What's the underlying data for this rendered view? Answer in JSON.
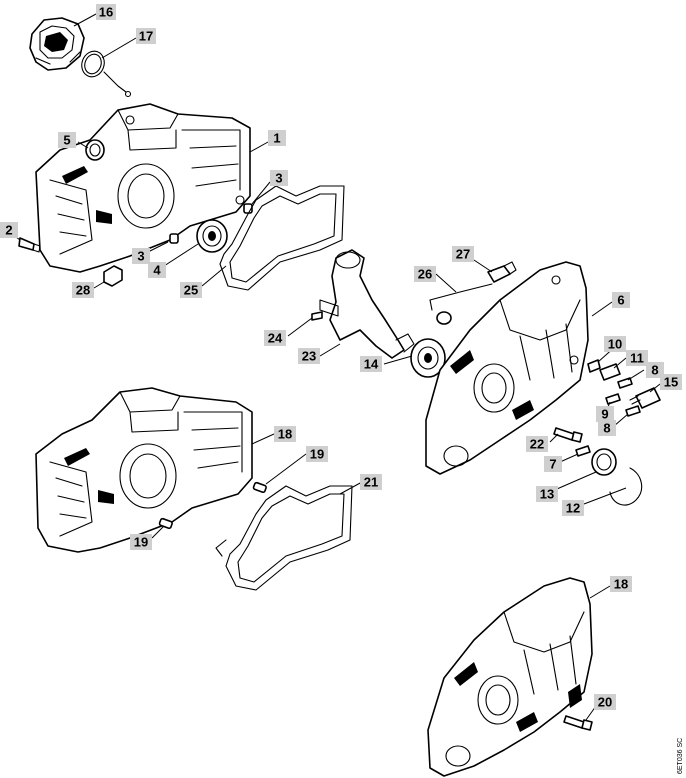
{
  "document_code": "6ET036 SC",
  "callouts": [
    "16",
    "17",
    "1",
    "5",
    "3",
    "2",
    "3",
    "4",
    "28",
    "25",
    "27",
    "26",
    "6",
    "24",
    "23",
    "14",
    "10",
    "11",
    "8",
    "15",
    "9",
    "8",
    "22",
    "7",
    "13",
    "12",
    "18",
    "19",
    "21",
    "19",
    "18",
    "20"
  ]
}
